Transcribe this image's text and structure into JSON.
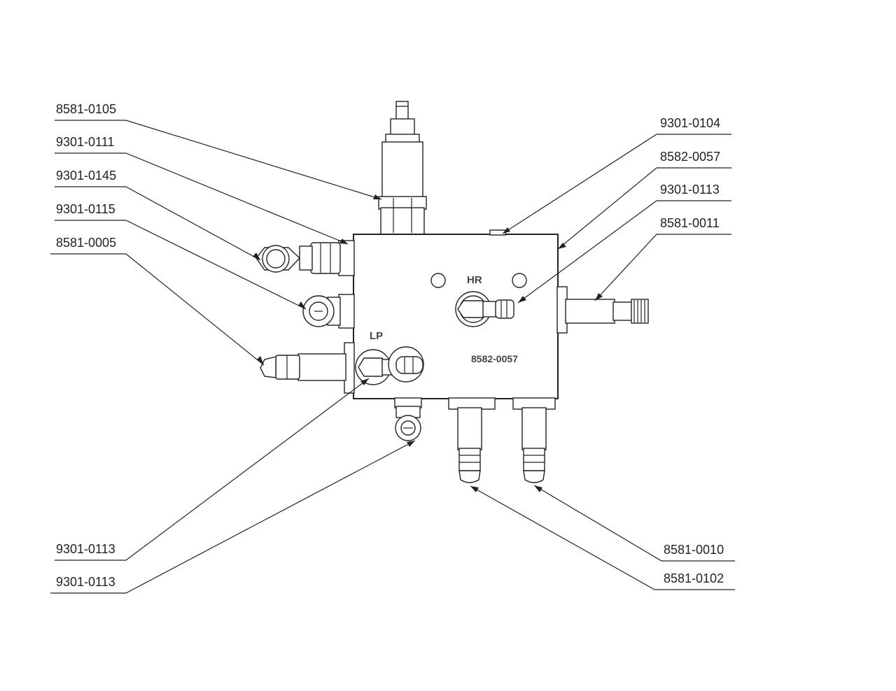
{
  "diagram": {
    "block": {
      "part_number": "8582-0057",
      "port_hr": "HR",
      "port_lp": "LP"
    },
    "callouts_left": [
      "8581-0105",
      "9301-0111",
      "9301-0145",
      "9301-0115",
      "8581-0005"
    ],
    "callouts_right": [
      "9301-0104",
      "8582-0057",
      "9301-0113",
      "8581-0011"
    ],
    "callouts_bottom_left": [
      "9301-0113",
      "9301-0113"
    ],
    "callouts_bottom_right": [
      "8581-0010",
      "8581-0102"
    ]
  }
}
